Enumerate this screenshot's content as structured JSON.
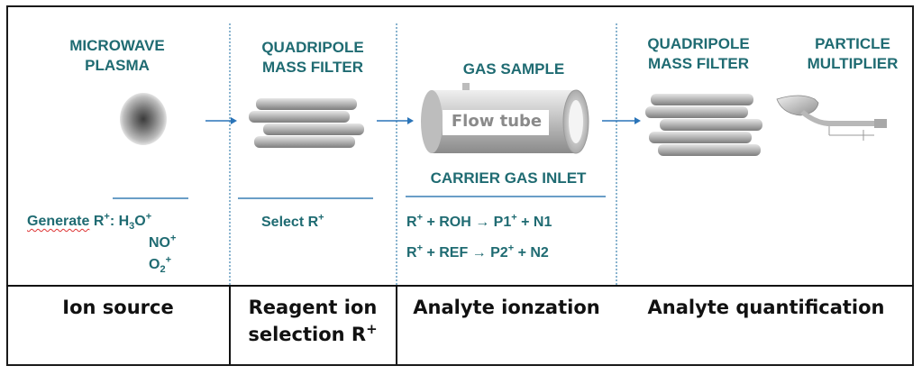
{
  "columns": {
    "ion_source": {
      "header_line1": "MICROWAVE",
      "header_line2": "PLASMA",
      "reaction_word": "Generate",
      "reaction_rest": "R",
      "reaction_colon": ": H",
      "reaction_h3o_sub": "3",
      "reaction_h3o_rest": "O",
      "ion_no": "NO",
      "ion_o2": "O",
      "ion_o2_sub": "2",
      "plus": "+"
    },
    "reagent_selection": {
      "header_line1": "QUADRIPOLE",
      "header_line2": "MASS FILTER",
      "select_text": "Select R",
      "plus": "+"
    },
    "analyte_ionization": {
      "header": "GAS SAMPLE",
      "flow_tube_label": "Flow tube",
      "carrier_label": "CARRIER GAS INLET",
      "reaction1_a": "R",
      "reaction1_b": " + ROH → P1",
      "reaction1_c": " + N1",
      "reaction2_a": "R",
      "reaction2_b": " + REF → P2",
      "reaction2_c": " + N2",
      "plus": "+"
    },
    "analyte_quantification": {
      "header_filter_line1": "QUADRIPOLE",
      "header_filter_line2": "MASS FILTER",
      "header_mult_line1": "PARTICLE",
      "header_mult_line2": "MULTIPLIER"
    }
  },
  "bottom_labels": {
    "ion_source": "Ion source",
    "reagent_line1": "Reagent ion",
    "reagent_line2": "selection R",
    "reagent_sup": "+",
    "analyte_ionization": "Analyte ionzation",
    "analyte_quantification": "Analyte quantification"
  },
  "colors": {
    "header_teal": "#1f6b72",
    "arrow_blue": "#2a74b8",
    "separator_blue": "#8ab4cf",
    "rod_gray": "#a9a9a9"
  },
  "icons": [
    "plasma-glow-icon",
    "quadrupole-rods-icon",
    "flow-tube-icon",
    "particle-multiplier-icon",
    "arrow-right-icon"
  ]
}
